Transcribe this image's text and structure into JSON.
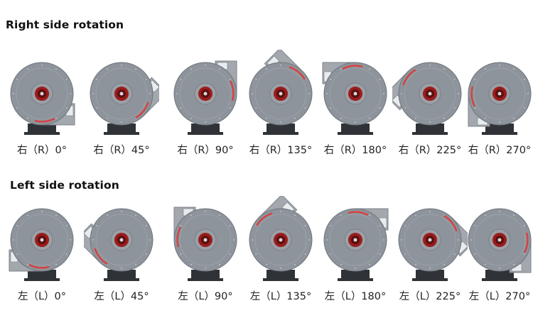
{
  "sections": {
    "right": {
      "title": "Right side rotation",
      "items": [
        {
          "label": "右（R）0°",
          "angle": 0
        },
        {
          "label": "右（R）45°",
          "angle": 45
        },
        {
          "label": "右（R）90°",
          "angle": 90
        },
        {
          "label": "右（R）135°",
          "angle": 135
        },
        {
          "label": "右（R）180°",
          "angle": 180
        },
        {
          "label": "右（R）225°",
          "angle": 225
        },
        {
          "label": "右（R）270°",
          "angle": 270
        }
      ]
    },
    "left": {
      "title": "Left side rotation",
      "items": [
        {
          "label": "左（L）0°",
          "angle": 0
        },
        {
          "label": "左（L）45°",
          "angle": 45
        },
        {
          "label": "左（L）90°",
          "angle": 90
        },
        {
          "label": "左（L）135°",
          "angle": 135
        },
        {
          "label": "左（L）180°",
          "angle": 180
        },
        {
          "label": "左（L）225°",
          "angle": 225
        },
        {
          "label": "左（L）270°",
          "angle": 270
        }
      ]
    }
  },
  "colors": {
    "housing": "#8e949b",
    "housing_dark": "#6f757c",
    "inlet_red": "#9b1c1c",
    "arrow_red": "#d94040",
    "base": "#2f3236",
    "outlet": "#a3a8ae"
  }
}
